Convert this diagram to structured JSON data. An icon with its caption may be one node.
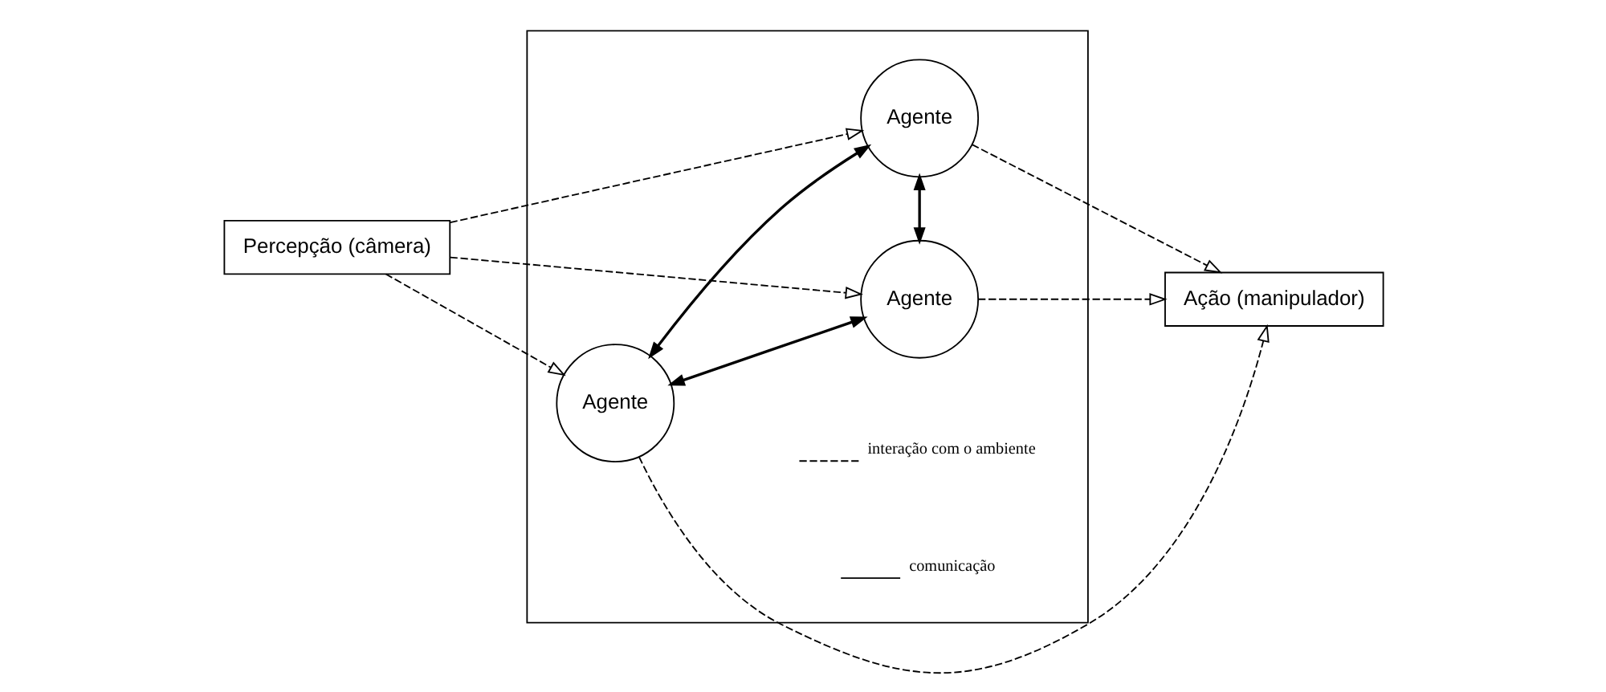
{
  "diagram": {
    "nodes": [
      {
        "text": [
          "Percepção (câmera)"
        ]
      },
      {
        "text": [],
        "shape": "box"
      },
      {
        "text": [
          "Agente"
        ],
        "in": 1
      },
      {
        "text": [
          "Agente"
        ],
        "in": 1
      },
      {
        "text": [
          "Agente"
        ],
        "in": 1
      },
      {
        "text": [
          "Ação (manipulador)"
        ]
      }
    ],
    "edges": [
      {
        "from": 0,
        "to": 2,
        "arrow": "to",
        "style": "dashed"
      },
      {
        "from": 0,
        "to": 3,
        "arrow": "to",
        "style": "dashed"
      },
      {
        "from": 0,
        "to": 4,
        "arrow": "to",
        "style": "dashed"
      },
      {
        "from": 3,
        "to": 2,
        "arrow": "both"
      },
      {
        "from": 2,
        "to": 4,
        "arrow": "both"
      },
      {
        "from": 3,
        "to": 4,
        "arrow": "both"
      },
      {
        "from": 2,
        "to": 5,
        "arrow": "to",
        "style": "dashed"
      },
      {
        "from": 3,
        "to": 5,
        "arrow": "to",
        "style": "dashed"
      },
      {
        "from": 4,
        "to": 5,
        "arrow": "to",
        "style": "dashed"
      }
    ],
    "legend": [
      {
        "text": "interação com o ambiente"
      },
      {
        "text": "comunicação"
      }
    ]
  }
}
